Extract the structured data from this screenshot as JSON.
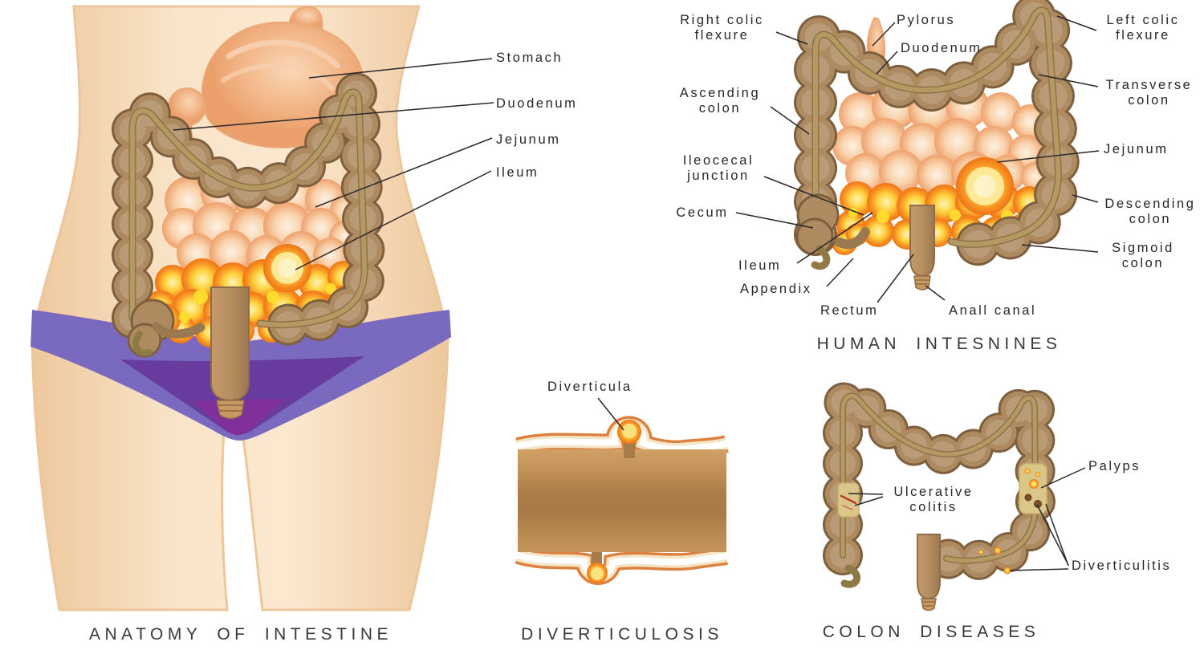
{
  "panels": {
    "anatomy": {
      "caption": "ANATOMY OF INTESTINE",
      "labels": {
        "stomach": "Stomach",
        "duodenum": "Duodenum",
        "jejunum": "Jejunum",
        "ileum": "Ileum"
      }
    },
    "human_intestines": {
      "caption": "HUMAN INTESNINES",
      "labels": {
        "right_colic_flexure": "Right colic\nflexure",
        "pylorus": "Pylorus",
        "duodenum": "Duodenum",
        "left_colic_flexure": "Left colic\nflexure",
        "ascending_colon": "Ascending\ncolon",
        "transverse_colon": "Transverse\ncolon",
        "ileocecal_junction": "Ileocecal\njunction",
        "jejunum": "Jejunum",
        "descending_colon": "Descending\ncolon",
        "cecum": "Cecum",
        "sigmoid_colon": "Sigmoid\ncolon",
        "ileum": "Ileum",
        "appendix": "Appendix",
        "rectum": "Rectum",
        "anal_canal": "Anall canal"
      }
    },
    "diverticulosis": {
      "caption": "DIVERTICULOSIS",
      "labels": {
        "diverticula": "Diverticula"
      }
    },
    "colon_diseases": {
      "caption": "COLON DISEASES",
      "labels": {
        "polyps": "Palyps",
        "ulcerative_colitis": "Ulcerative\ncolitis",
        "diverticulitis": "Diverticulitis"
      }
    }
  },
  "colors": {
    "background": "#ffffff",
    "skin": "#f9e4c9",
    "skin_edge": "#eec89d",
    "colon_brown": "#ad8a60",
    "colon_outline": "#7e5f3e",
    "taenia_band": "#b49a62",
    "small_intestine_peach": "#f9d2ac",
    "inflamed_orange": "#f79222",
    "inflamed_yellow": "#ffd23e",
    "underwear_light": "#7a6abf",
    "underwear_dark": "#673c9e",
    "underwear_deep": "#802f9b",
    "lumen_brown": "#b98b52",
    "wall_orange": "#dd8140",
    "wall_cream": "#f5e5c7",
    "patch_tan": "#dbc68a",
    "label_text": "#2a2627",
    "caption_text": "#3a3738"
  }
}
